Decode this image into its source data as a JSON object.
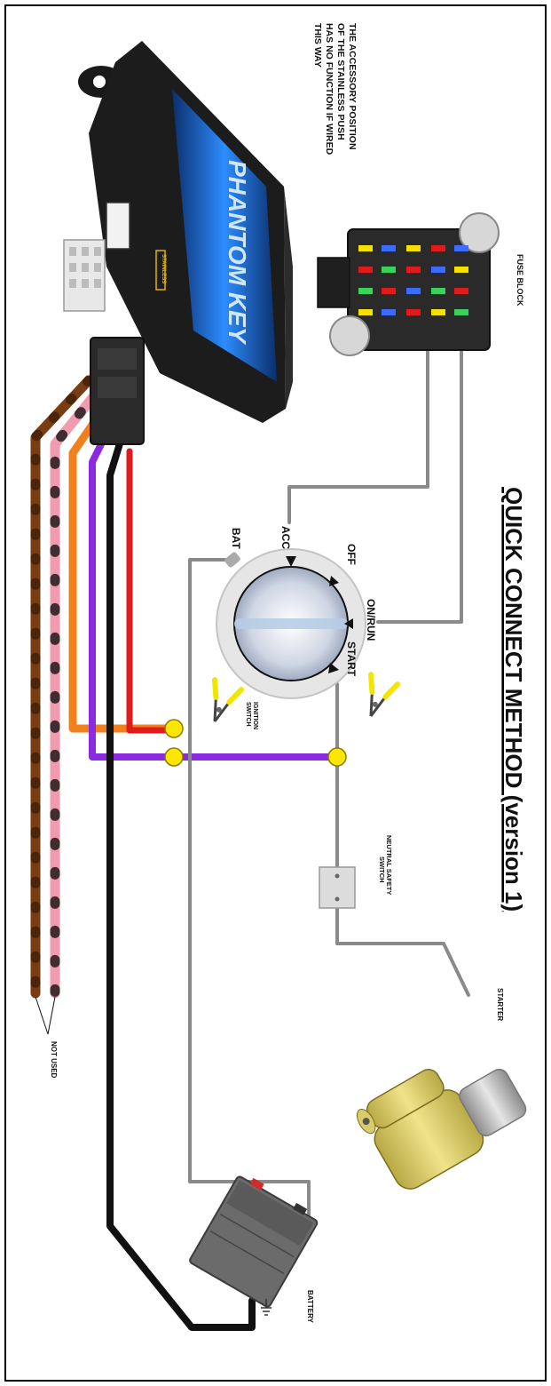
{
  "title": "QUICK CONNECT METHOD (version 1)",
  "note": [
    "THE ACCESSORY POSITION",
    "OF THE STAINLESS PUSH",
    "HAS NO FUNCTION IF WIRED",
    "THIS WAY"
  ],
  "module": {
    "brand": "PHANTOM KEY",
    "badge": "STAINLESS"
  },
  "labels": {
    "fuse_block": "FUSE BLOCK",
    "ignition_switch": [
      "IGNITION",
      "SWITCH"
    ],
    "neutral_safety_switch": [
      "NEUTRAL SAFETY",
      "SWITCH"
    ],
    "starter": "STARTER",
    "battery": "BATTERY",
    "not_used": "NOT USED"
  },
  "ignition_positions": {
    "acc": "ACC",
    "off": "OFF",
    "on_run": "ON/RUN",
    "start": "START",
    "bat": "BAT"
  },
  "colors": {
    "wire_red": "#e01b1b",
    "wire_black": "#111111",
    "wire_purple": "#8a2be2",
    "wire_orange": "#f07f1e",
    "wire_pink": "#f29bb0",
    "wire_brown": "#7a3d12",
    "wire_gray": "#8a8a8a",
    "splice_yellow": "#ffe600",
    "module_body": "#1c1c1c",
    "module_screen": "#1e6fd9",
    "starter_yellow": "#e4d46a",
    "battery_gray": "#6b6b6b"
  }
}
